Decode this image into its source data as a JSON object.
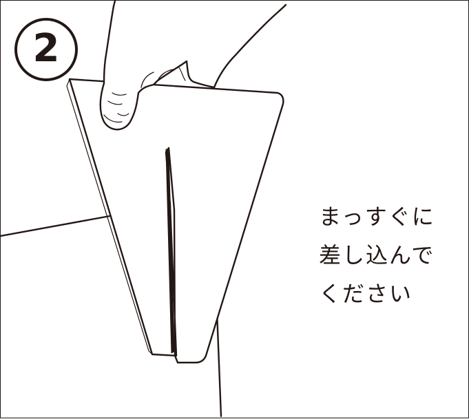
{
  "step": {
    "number": "2"
  },
  "instructions": {
    "lines": [
      "まっすぐに",
      "差し込んで",
      "ください"
    ]
  },
  "colors": {
    "ink": "#231815",
    "background": "#ffffff"
  },
  "icons": {
    "illustration": "hand-inserting-panel-illustration"
  }
}
